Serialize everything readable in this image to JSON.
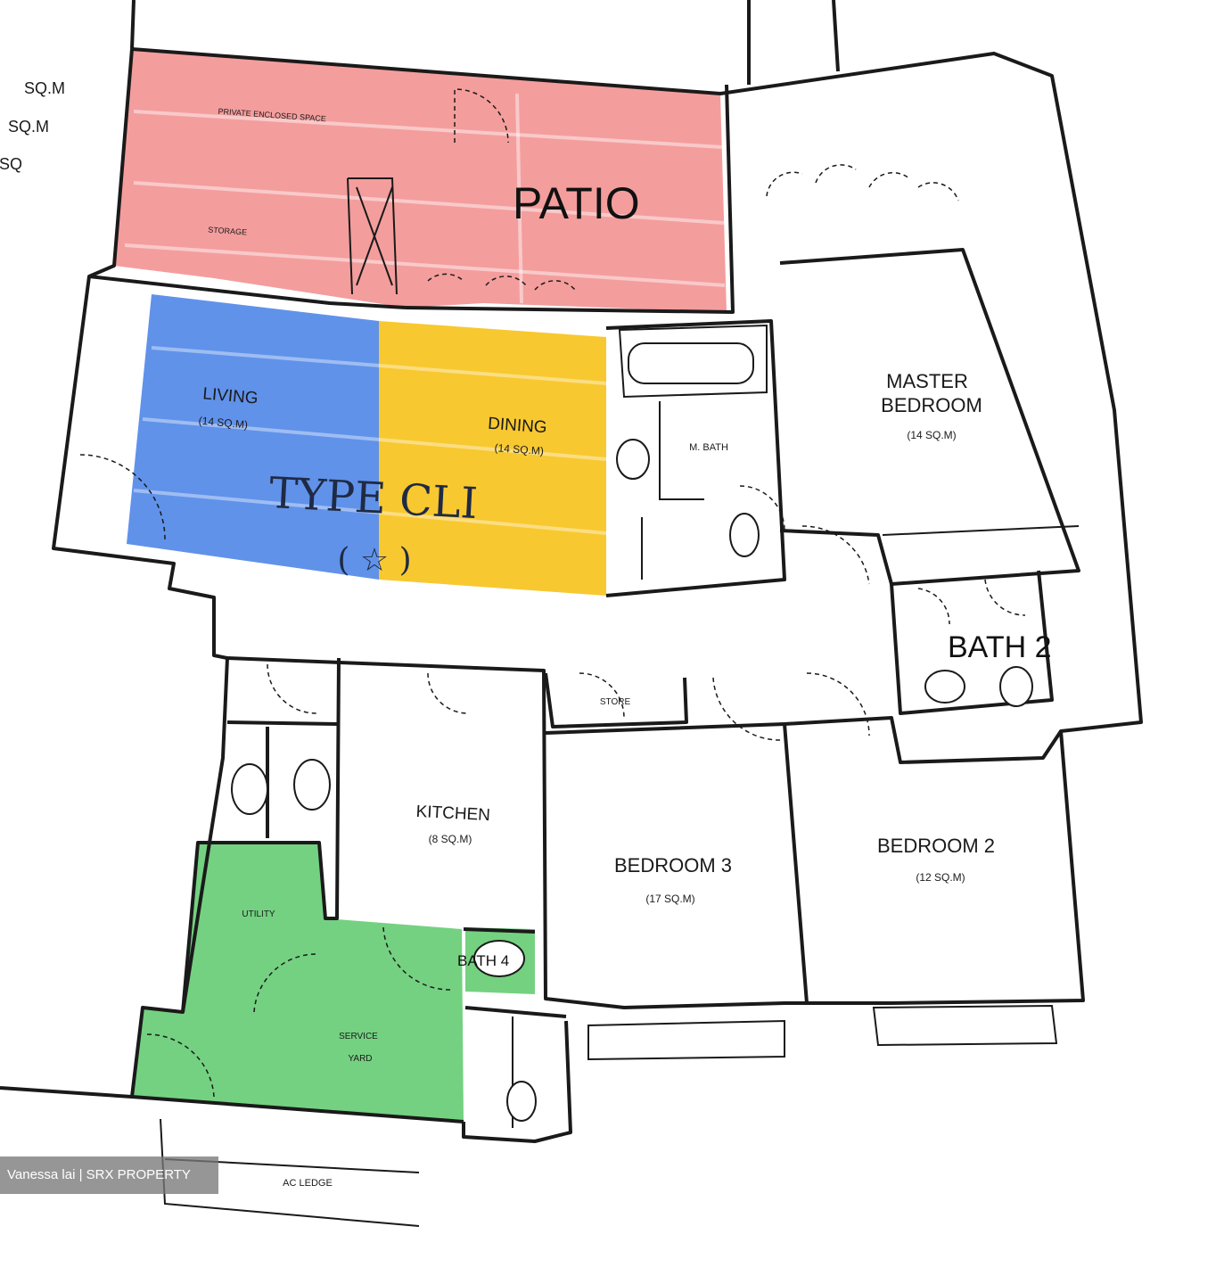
{
  "colors": {
    "patio": "#f28c8c",
    "living": "#4f86e8",
    "dining": "#f7c21a",
    "utility": "#5cc96b"
  },
  "rooms": {
    "patio": "PATIO",
    "private_enclosed_space": "PRIVATE ENCLOSED SPACE",
    "storage": "STORAGE",
    "living": "LIVING",
    "living_area": "(14 SQ.M)",
    "dining": "DINING",
    "dining_area": "(14 SQ.M)",
    "type": "TYPE CLI",
    "type_mark": "( ☆ )",
    "master_bath": "M. BATH",
    "master_bedroom_line1": "MASTER",
    "master_bedroom_line2": "BEDROOM",
    "master_bedroom_area": "(14 SQ.M)",
    "bath2": "BATH 2",
    "kitchen": "KITCHEN",
    "kitchen_area": "(8 SQ.M)",
    "bedroom3": "BEDROOM 3",
    "bedroom3_area": "(17 SQ.M)",
    "bedroom2": "BEDROOM 2",
    "bedroom2_area": "(12 SQ.M)",
    "utility": "UTILITY",
    "bath4": "BATH 4",
    "service_yard_line1": "SERVICE",
    "service_yard_line2": "YARD",
    "ac_ledge": "AC LEDGE",
    "store": "STORE"
  },
  "margin_notes": [
    "SQ.M",
    "SQ.M",
    "SQ"
  ],
  "watermark": "Vanessa lai | SRX PROPERTY"
}
